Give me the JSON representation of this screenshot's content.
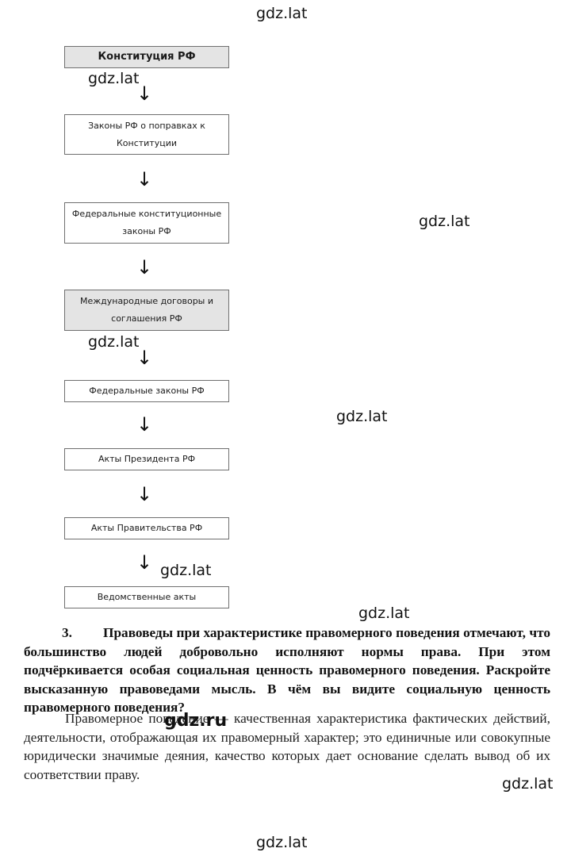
{
  "watermarks": {
    "top": "gdz.lat",
    "after_box1": "gdz.lat",
    "right_upper": "gdz.lat",
    "after_box4": "gdz.lat",
    "right_middle": "gdz.lat",
    "beside_last_arrow": "gdz.lat",
    "above_question": "gdz.lat",
    "in_question": "gdz.ru",
    "right_bottom": "gdz.lat",
    "bottom": "gdz.lat"
  },
  "diagram": {
    "boxes": [
      {
        "label": "Конституция РФ"
      },
      {
        "label": "Законы РФ о поправках к Конституции"
      },
      {
        "label": "Федеральные конституционные законы РФ"
      },
      {
        "label": "Международные договоры и соглашения РФ"
      },
      {
        "label": "Федеральные законы РФ"
      },
      {
        "label": "Акты Президента РФ"
      },
      {
        "label": "Акты Правительства РФ"
      },
      {
        "label": "Ведомственные акты"
      }
    ],
    "arrow_symbol": "↓"
  },
  "question": {
    "number": "3.",
    "text": "Правоведы при характеристике правомерного поведения отмечают, что большинство людей добровольно исполняют нормы права. При этом подчёркивается особая социальная ценность правомерного поведения. Раскройте высказанную правоведами мысль. В чём вы видите социальную ценность правомерного поведения?"
  },
  "answer": {
    "text": "Правомерное поведение — качественная характеристика фактических действий, деятельности, отображающая их правомерный характер; это единичные или совокупные юридически значимые деяния, качество которых дает основание сделать вывод об их соответствии праву."
  }
}
